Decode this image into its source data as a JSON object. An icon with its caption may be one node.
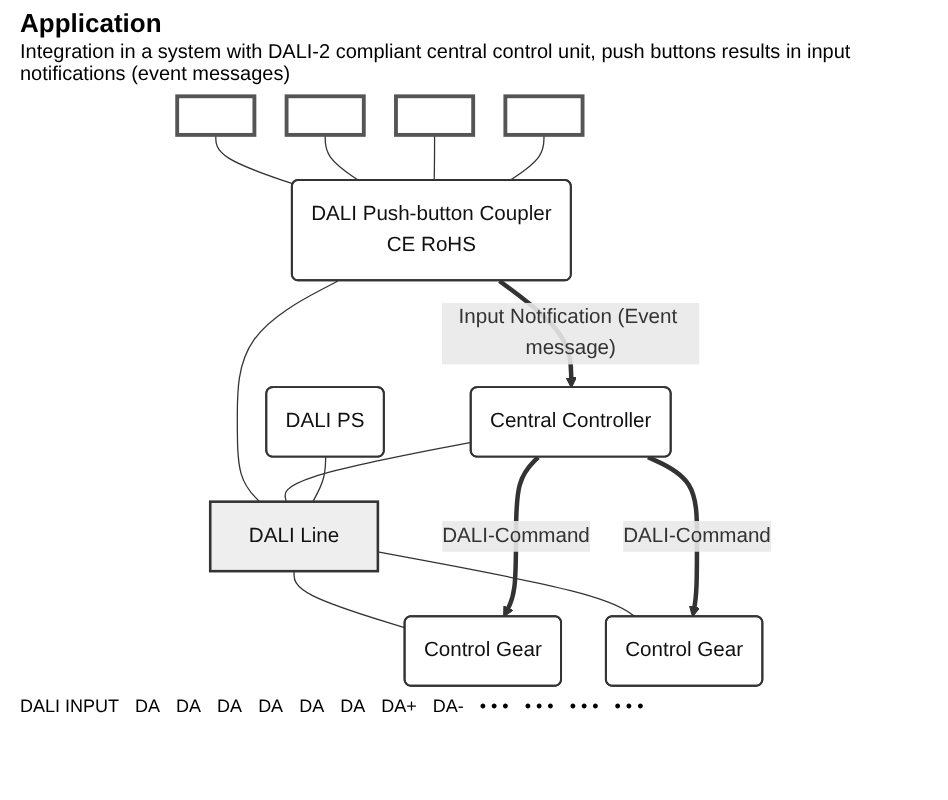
{
  "diagram": {
    "title": "Application",
    "caption": "Integration in a system with DALI-2 compliant central control unit, push buttons results in input notifications (event messages)",
    "nodes": [
      {
        "text": [],
        "shape": "box"
      },
      {
        "text": [],
        "shape": "box"
      },
      {
        "text": [],
        "shape": "box"
      },
      {
        "text": [],
        "shape": "box"
      },
      {
        "text": [
          "DALI Push-button Coupler",
          "CE RoHS"
        ]
      },
      {
        "text": [
          "Central Controller"
        ]
      },
      {
        "text": [
          "DALI PS"
        ]
      },
      {
        "text": [
          "DALI Line"
        ]
      },
      {
        "text": [
          "Control Gear"
        ]
      },
      {
        "text": [
          "Control Gear"
        ]
      }
    ],
    "edges": [
      {
        "from": 0,
        "to": 4,
        "arrow": "none"
      },
      {
        "from": 1,
        "to": 4,
        "arrow": "none"
      },
      {
        "from": 2,
        "to": 4,
        "arrow": "none"
      },
      {
        "from": 3,
        "to": 4,
        "arrow": "none"
      },
      {
        "from": 4,
        "to": 5,
        "arrow": "to",
        "label": "Input Notification (Event message)",
        "style": "thick"
      },
      {
        "from": 4,
        "to": 7,
        "arrow": "none"
      },
      {
        "from": 5,
        "to": 7,
        "arrow": "none"
      },
      {
        "from": 6,
        "to": 7,
        "arrow": "none"
      },
      {
        "from": 7,
        "to": 8,
        "arrow": "none"
      },
      {
        "from": 7,
        "to": 9,
        "arrow": "none"
      },
      {
        "from": 5,
        "to": 8,
        "arrow": "to",
        "label": "DALI-Command",
        "style": "thick"
      },
      {
        "from": 5,
        "to": 9,
        "arrow": "to",
        "label": "DALI-Command",
        "style": "thick"
      }
    ],
    "labels": [
      "DALI INPUT",
      "DA",
      "DA",
      "DA",
      "DA",
      "DA",
      "DA",
      "DA+",
      "DA-",
      "• • •",
      "• • •",
      "• • •",
      "• • •"
    ]
  }
}
